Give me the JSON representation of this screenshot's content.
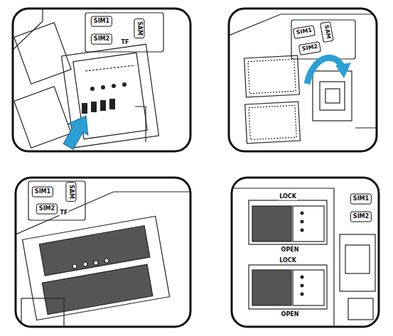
{
  "diagram": {
    "labels": [
      "SIM1",
      "SIM2",
      "SAM",
      "TF",
      "SIM1",
      "SAM",
      "SIM2",
      "SIM1",
      "SAM",
      "SIM2",
      "TF",
      "LOCK",
      "OPEN",
      "LOCK",
      "OPEN",
      "SIM1",
      "SIM2"
    ]
  }
}
